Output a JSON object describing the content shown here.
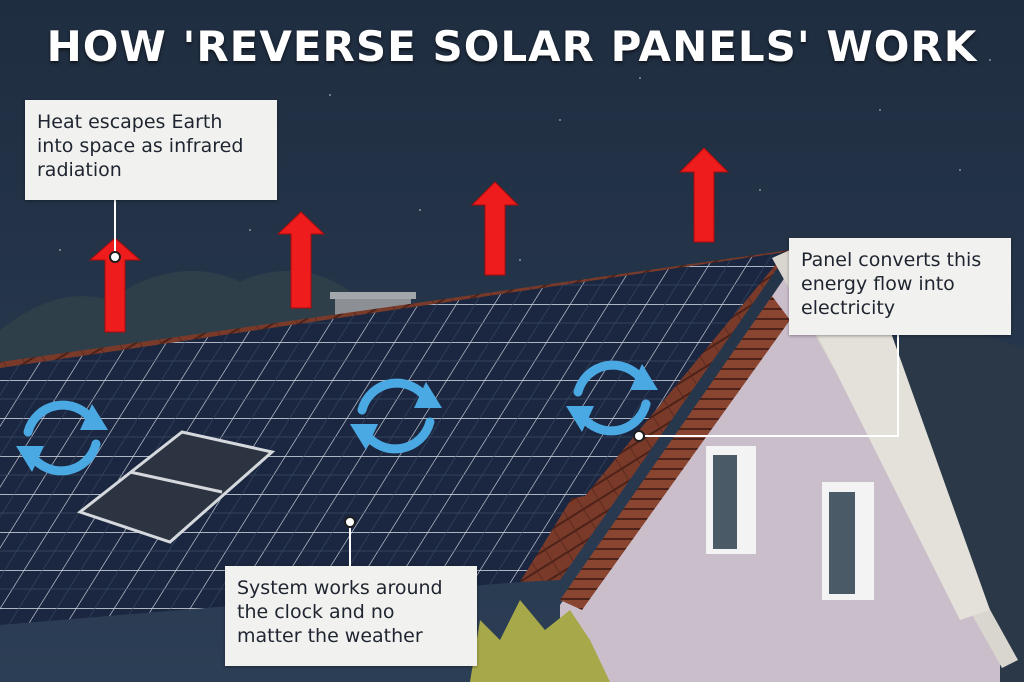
{
  "title": "HOW 'REVERSE SOLAR PANELS' WORK",
  "callouts": {
    "heat": [
      "Heat escapes Earth",
      "into space as infrared",
      "radiation"
    ],
    "panel": [
      "Panel converts this",
      "energy flow into",
      "electricity"
    ],
    "system": [
      "System works around",
      "the clock and no",
      "matter the weather"
    ]
  },
  "icons": {
    "arrow": "arrow-up-icon",
    "cycle": "refresh-cycle-icon"
  },
  "colors": {
    "sky": "#243449",
    "arrow": "#ee1c1c",
    "cycle": "#4aa9e3",
    "panel": "#1b2740",
    "roof_tile": "#7a3a2a",
    "wall": "#c9bcc8",
    "callout_bg": "#f1f1ef"
  }
}
